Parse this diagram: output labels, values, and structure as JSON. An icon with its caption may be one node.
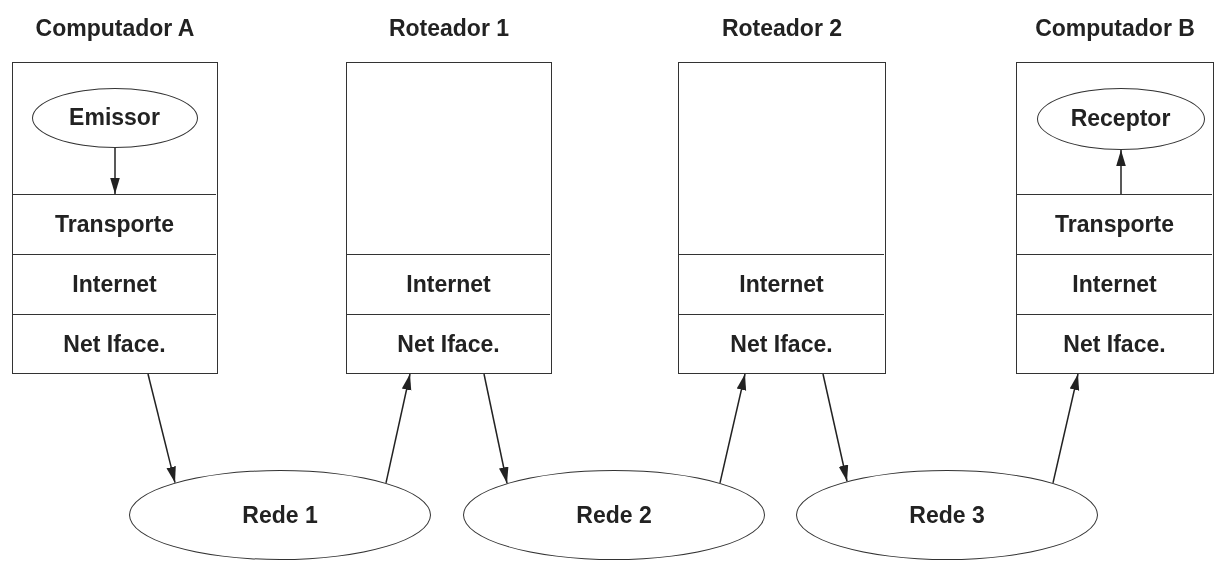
{
  "diagram": {
    "nodes": [
      {
        "text": [
          "Computador A"
        ]
      },
      {
        "text": [
          "Emissor"
        ],
        "in": 0
      },
      {
        "text": [
          "Transporte"
        ],
        "in": 0
      },
      {
        "text": [
          "Internet"
        ],
        "in": 0
      },
      {
        "text": [
          "Net Iface."
        ],
        "in": 0
      },
      {
        "text": [
          "Roteador 1"
        ]
      },
      {
        "text": [
          "Internet"
        ],
        "in": 5
      },
      {
        "text": [
          "Net Iface."
        ],
        "in": 5
      },
      {
        "text": [
          "Roteador 2"
        ]
      },
      {
        "text": [
          "Internet"
        ],
        "in": 8
      },
      {
        "text": [
          "Net Iface."
        ],
        "in": 8
      },
      {
        "text": [
          "Computador B"
        ]
      },
      {
        "text": [
          "Receptor"
        ],
        "in": 11
      },
      {
        "text": [
          "Transporte"
        ],
        "in": 11
      },
      {
        "text": [
          "Internet"
        ],
        "in": 11
      },
      {
        "text": [
          "Net Iface."
        ],
        "in": 11
      },
      {
        "text": [
          "Rede 1"
        ]
      },
      {
        "text": [
          "Rede 2"
        ]
      },
      {
        "text": [
          "Rede 3"
        ]
      }
    ],
    "edges": [
      {
        "from": 1,
        "to": 2,
        "arrow": "to"
      },
      {
        "from": 13,
        "to": 12,
        "arrow": "to"
      },
      {
        "from": 4,
        "to": 16,
        "arrow": "to"
      },
      {
        "from": 16,
        "to": 7,
        "arrow": "to"
      },
      {
        "from": 7,
        "to": 17,
        "arrow": "to"
      },
      {
        "from": 17,
        "to": 10,
        "arrow": "to"
      },
      {
        "from": 10,
        "to": 18,
        "arrow": "to"
      },
      {
        "from": 18,
        "to": 15,
        "arrow": "to"
      }
    ]
  }
}
